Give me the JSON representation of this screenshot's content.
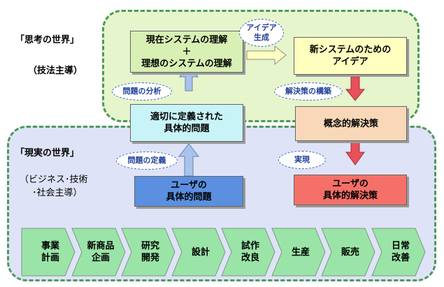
{
  "regions": {
    "thought": {
      "title": "「思考の世界」",
      "subtitle": "（技法主導）"
    },
    "real": {
      "title": "「現実の世界」",
      "subtitle_line1": "（ビジネス･技術",
      "subtitle_line2": "･社会主導）"
    }
  },
  "boxes": {
    "current_system": {
      "line1": "現在システムの理解",
      "line2": "＋",
      "line3": "理想のシステムの理解"
    },
    "new_idea": {
      "line1": "新システムのための",
      "line2": "アイデア"
    },
    "defined_problem": {
      "line1": "適切に定義された",
      "line2": "具体的問題"
    },
    "concept_solution": {
      "line1": "概念的解決策"
    },
    "user_problem": {
      "line1": "ユーザの",
      "line2": "具体的問題"
    },
    "user_solution": {
      "line1": "ユーザの",
      "line2": "具体的解決策"
    }
  },
  "labels": {
    "idea_generation": {
      "line1": "アイデア",
      "line2": "生成"
    },
    "problem_analysis": "問題の分析",
    "solution_construction": "解決策の構築",
    "problem_definition": "問題の定義",
    "realization": "実現"
  },
  "process_steps": [
    {
      "line1": "事業",
      "line2": "計画"
    },
    {
      "line1": "新商品",
      "line2": "企画"
    },
    {
      "line1": "研究",
      "line2": "開発"
    },
    {
      "line1": "設計",
      "line2": ""
    },
    {
      "line1": "試作",
      "line2": "改良"
    },
    {
      "line1": "生産",
      "line2": ""
    },
    {
      "line1": "販売",
      "line2": ""
    },
    {
      "line1": "日常",
      "line2": "改善"
    }
  ],
  "colors": {
    "thought_bg": "#e6f5cc",
    "real_bg": "#dfe3f7",
    "border": "#4a9a5a",
    "green_box": "#d8f0b4",
    "yellow_box": "#ffffc0",
    "cyan_box": "#c8f4f8",
    "peach_box": "#f8d8b8",
    "blue_box": "#5b8fe0",
    "red_box": "#f47068",
    "chevron": "#9be4a8",
    "blue_arrow": "#a8c4ec",
    "red_arrow": "#e8505a"
  }
}
